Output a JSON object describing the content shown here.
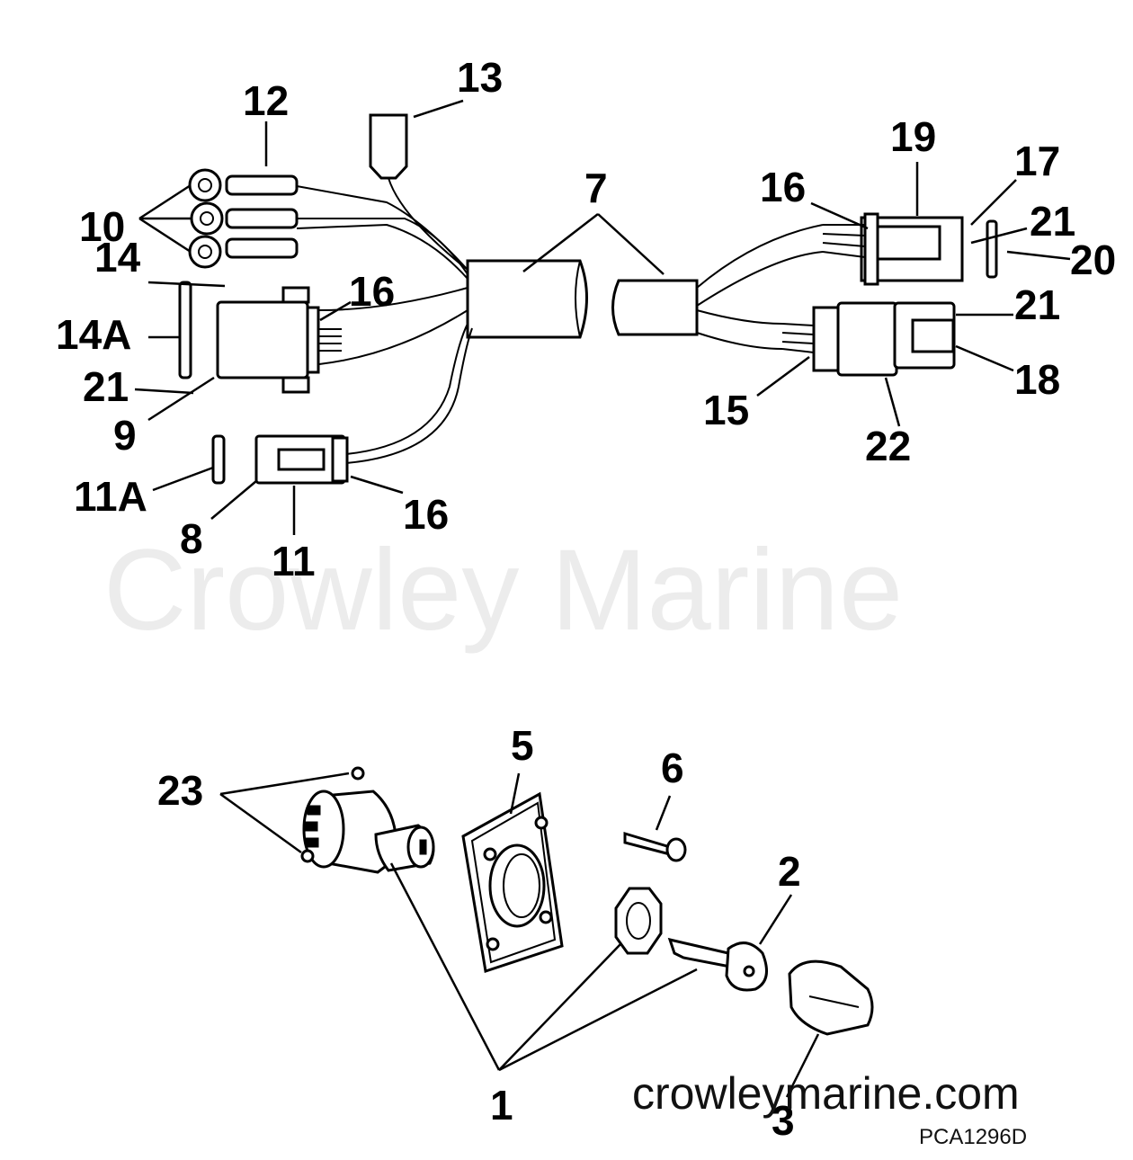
{
  "watermark": "Crowley Marine",
  "website": "crowleymarine.com",
  "diagram_code": "PCA1296D",
  "callouts": {
    "c1": "1",
    "c2": "2",
    "c3": "3",
    "c5": "5",
    "c6": "6",
    "c7": "7",
    "c8": "8",
    "c9": "9",
    "c10": "10",
    "c11": "11",
    "c11a": "11A",
    "c12": "12",
    "c13": "13",
    "c14": "14",
    "c14a": "14A",
    "c15": "15",
    "c16": "16",
    "c17": "17",
    "c18": "18",
    "c19": "19",
    "c20": "20",
    "c21": "21",
    "c22": "22",
    "c23": "23"
  }
}
